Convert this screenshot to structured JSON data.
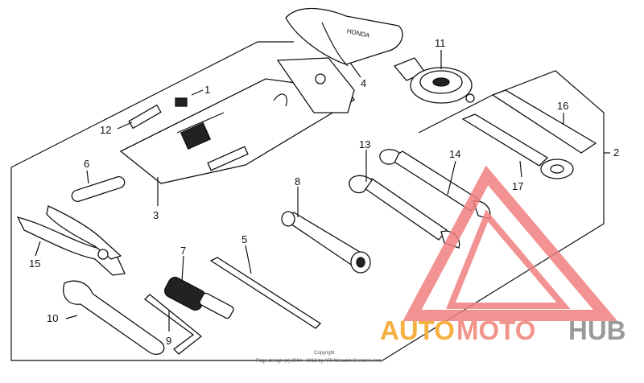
{
  "callouts": {
    "c1": "1",
    "c2": "2",
    "c3": "3",
    "c4": "4",
    "c5": "5",
    "c6": "6",
    "c7": "7",
    "c8": "8",
    "c9": "9",
    "c10": "10",
    "c11": "11",
    "c12": "12",
    "c13": "13",
    "c14": "14",
    "c15": "15",
    "c16": "16",
    "c17": "17"
  },
  "tool_bag_text": "HONDA",
  "copyright": {
    "line1": "Copyright",
    "line2": "Page design (c) 2004 - 2016 by ARI Network Services, Inc."
  },
  "watermark": {
    "auto": "AUTO",
    "moto": "MOTO",
    "hub": "HUB",
    "colors": {
      "auto": "#f5b041",
      "moto": "#f1948a",
      "hub": "#9a9a9a",
      "triangle": "#f08080"
    }
  }
}
